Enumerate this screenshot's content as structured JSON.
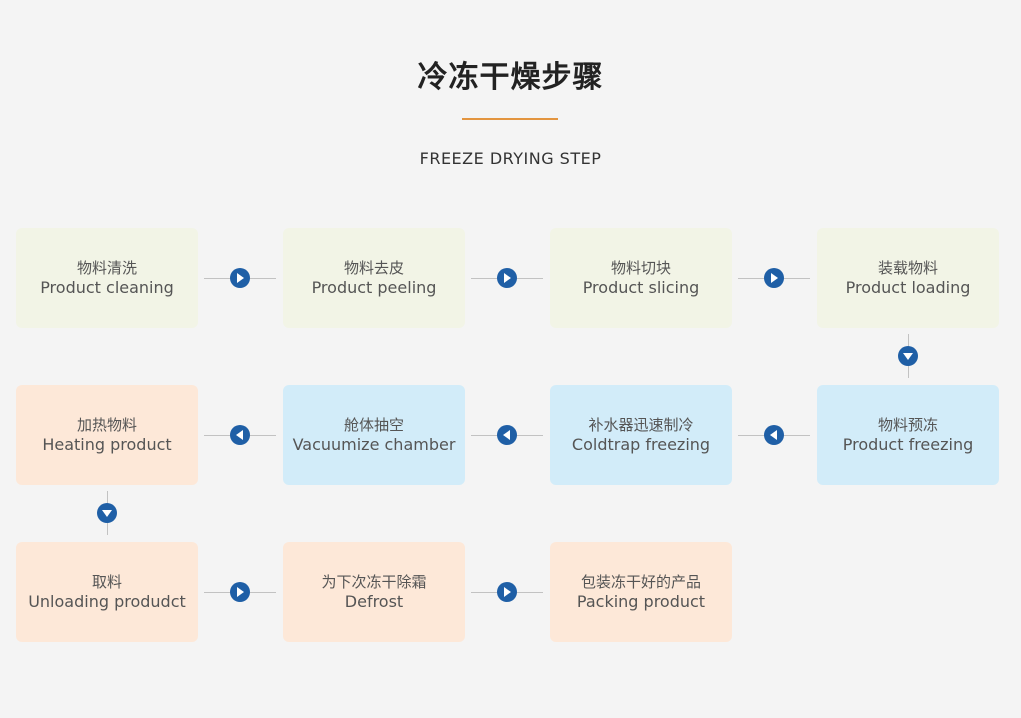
{
  "header": {
    "title": "冷冻干燥步骤",
    "subtitle": "FREEZE DRYING STEP"
  },
  "steps": [
    {
      "cn": "物料清洗",
      "en": "Product cleaning"
    },
    {
      "cn": "物料去皮",
      "en": "Product peeling"
    },
    {
      "cn": "物料切块",
      "en": "Product slicing"
    },
    {
      "cn": "装载物料",
      "en": "Product loading"
    },
    {
      "cn": "物料预冻",
      "en": "Product freezing"
    },
    {
      "cn": "补水器迅速制冷",
      "en": "Coldtrap freezing"
    },
    {
      "cn": "舱体抽空",
      "en": "Vacuumize chamber"
    },
    {
      "cn": "加热物料",
      "en": "Heating product"
    },
    {
      "cn": "取料",
      "en": "Unloading produdct"
    },
    {
      "cn": "为下次冻干除霜",
      "en": "Defrost"
    },
    {
      "cn": "包装冻干好的产品",
      "en": "Packing product"
    }
  ],
  "colors": {
    "accent_line": "#e3953f",
    "arrow": "#1f5fa6",
    "box_green": "#f2f4e6",
    "box_blue": "#d2ecf9",
    "box_peach": "#fde8d8"
  },
  "icons": {
    "arrow_right": "arrow-right-icon",
    "arrow_left": "arrow-left-icon",
    "arrow_down": "arrow-down-icon"
  }
}
